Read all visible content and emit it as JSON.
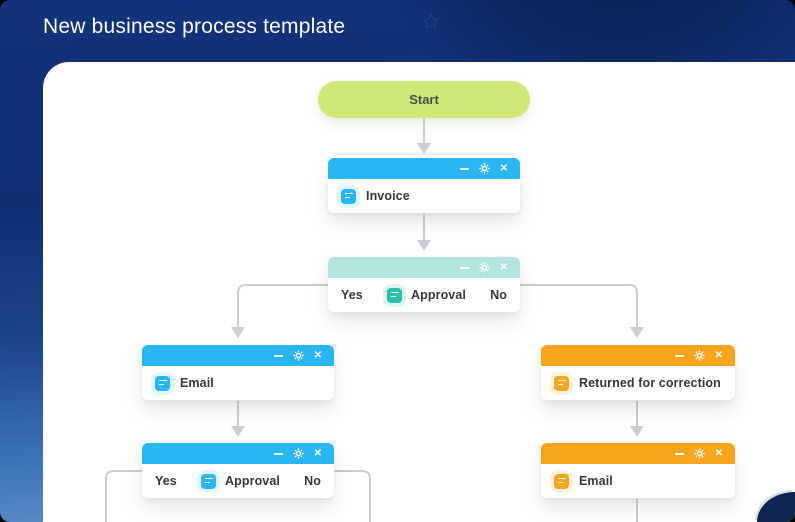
{
  "titlebar": {
    "title": "New business process template"
  },
  "icons": {
    "favorite_star": "star-outline",
    "minimize": "minus-bar",
    "settings": "gear",
    "close_glyph": "✕",
    "node_document": "document"
  },
  "colors": {
    "background_top": "#12327b",
    "background_bottom": "#5e91ca",
    "header_blue": "#29b6f2",
    "header_teal": "#b2e5dd",
    "header_orange": "#f8a41d",
    "start_green": "#cde878",
    "connector_gray": "#c9ced4",
    "label_text": "#33383d"
  },
  "flowchart": {
    "start": {
      "label": "Start"
    },
    "nodes": [
      {
        "label": "Invoice",
        "theme": "blue",
        "kind": "task"
      },
      {
        "label": "Approval",
        "theme": "teal",
        "kind": "decision",
        "yes": "Yes",
        "no": "No"
      },
      {
        "label": "Email",
        "theme": "blue",
        "kind": "task"
      },
      {
        "label": "Returned for correction",
        "theme": "orange",
        "kind": "task"
      },
      {
        "label": "Approval",
        "theme": "blue",
        "kind": "decision",
        "yes": "Yes",
        "no": "No"
      },
      {
        "label": "Email",
        "theme": "orange",
        "kind": "task"
      }
    ]
  }
}
